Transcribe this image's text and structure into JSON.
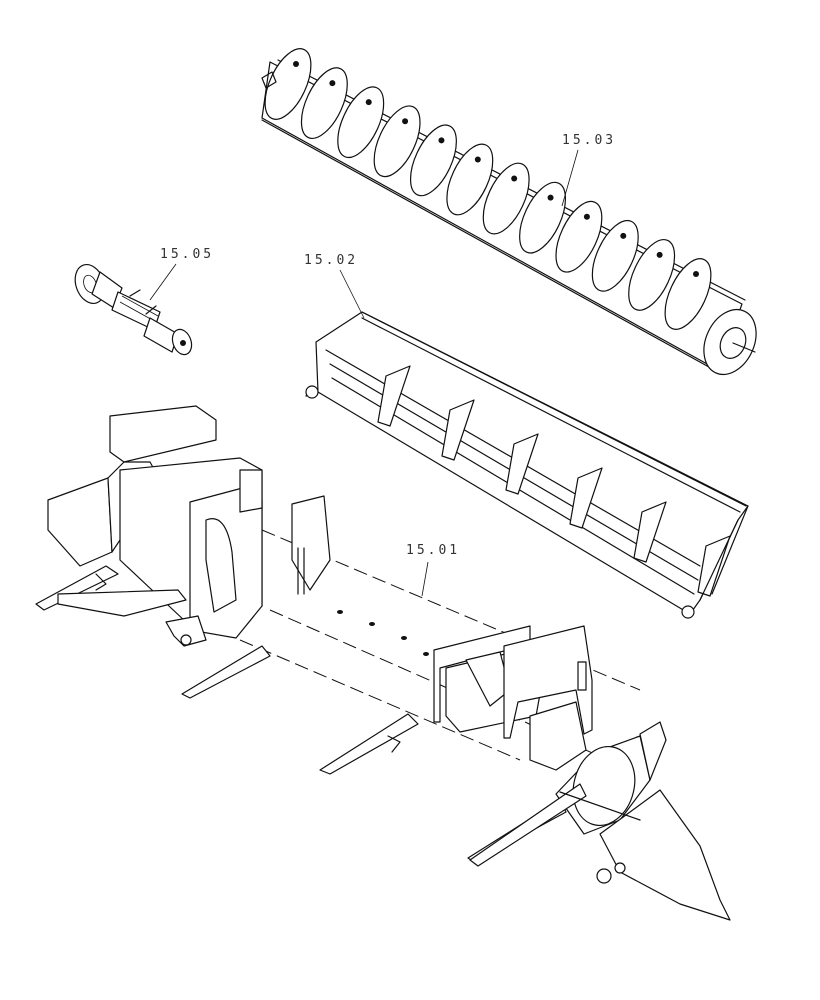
{
  "callouts": {
    "frame": "15.01",
    "pan": "15.02",
    "rotor": "15.03",
    "driveshaft": "15.05"
  },
  "colors": {
    "line": "#111111",
    "paper": "#ffffff"
  }
}
